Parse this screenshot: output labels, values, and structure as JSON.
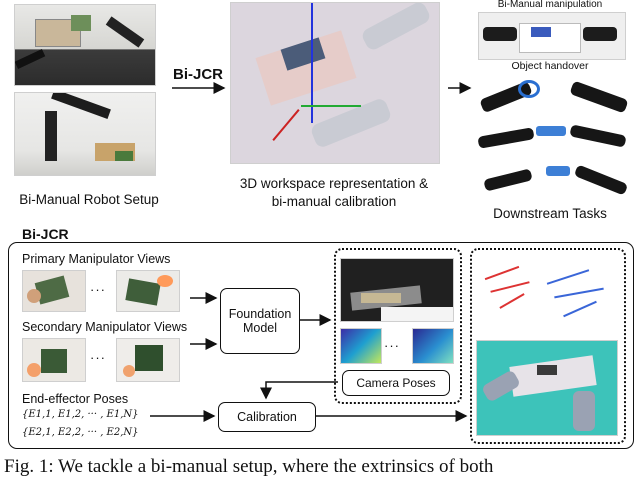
{
  "top": {
    "robot_setup_label": "Bi-Manual Robot Setup",
    "bijcr_arrow_label": "Bi-JCR",
    "workspace_label_line1": "3D workspace representation &",
    "workspace_label_line2": "bi-manual calibration",
    "task_bimanual": "Bi-Manual manipulation",
    "task_handover": "Object handover",
    "downstream_label": "Downstream Tasks"
  },
  "diagram": {
    "title": "Bi-JCR",
    "primary_views": "Primary Manipulator Views",
    "secondary_views": "Secondary Manipulator Views",
    "ellipsis": "···",
    "foundation_model_line1": "Foundation",
    "foundation_model_line2": "Model",
    "camera_poses": "Camera Poses",
    "ee_poses": "End-effector Poses",
    "calibration": "Calibration",
    "formula_primary": "{E1,1, E1,2, ··· , E1,N}",
    "formula_secondary": "{E2,1, E2,2, ··· , E2,N}"
  },
  "caption": "Fig. 1: We tackle a bi-manual setup, where the extrinsics of both"
}
